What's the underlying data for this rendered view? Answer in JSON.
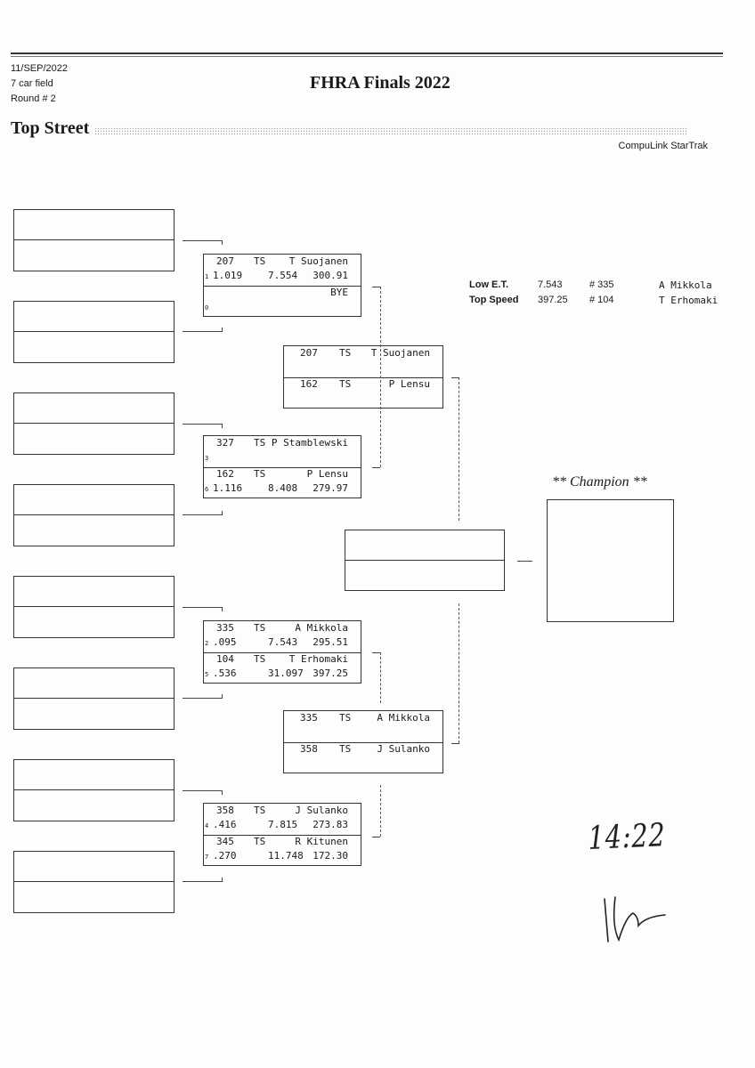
{
  "header": {
    "date": "11/SEP/2022",
    "field": "7 car field",
    "round": "Round # 2",
    "title": "FHRA Finals 2022",
    "class_name": "Top Street",
    "software": "CompuLink StarTrak"
  },
  "records": {
    "low_et": {
      "label": "Low E.T.",
      "value": "7.543",
      "car": "# 335",
      "driver": "A Mikkola"
    },
    "top_speed": {
      "label": "Top Speed",
      "value": "397.25",
      "car": "# 104",
      "driver": "T Erhomaki"
    }
  },
  "round1": [
    {
      "top": {
        "car": "207",
        "cls": "TS",
        "driver": "T Suojanen",
        "seed": "1",
        "rt": "1.019",
        "et": "7.554",
        "mph": "300.91"
      },
      "bottom": {
        "car": "",
        "cls": "",
        "driver": "BYE",
        "seed": "0",
        "rt": "",
        "et": "",
        "mph": ""
      }
    },
    {
      "top": {
        "car": "327",
        "cls": "TS",
        "driver": "P Stamblewski",
        "seed": "3",
        "rt": "",
        "et": "",
        "mph": ""
      },
      "bottom": {
        "car": "162",
        "cls": "TS",
        "driver": "P Lensu",
        "seed": "6",
        "rt": "1.116",
        "et": "8.408",
        "mph": "279.97"
      }
    },
    {
      "top": {
        "car": "335",
        "cls": "TS",
        "driver": "A Mikkola",
        "seed": "2",
        "rt": ".095",
        "et": "7.543",
        "mph": "295.51"
      },
      "bottom": {
        "car": "104",
        "cls": "TS",
        "driver": "T Erhomaki",
        "seed": "5",
        "rt": ".536",
        "et": "31.097",
        "mph": "397.25"
      }
    },
    {
      "top": {
        "car": "358",
        "cls": "TS",
        "driver": "J Sulanko",
        "seed": "4",
        "rt": ".416",
        "et": "7.815",
        "mph": "273.83"
      },
      "bottom": {
        "car": "345",
        "cls": "TS",
        "driver": "R Kitunen",
        "seed": "7",
        "rt": ".270",
        "et": "11.748",
        "mph": "172.30"
      }
    }
  ],
  "round2": [
    {
      "top": {
        "car": "207",
        "cls": "TS",
        "driver": "T Suojanen"
      },
      "bottom": {
        "car": "162",
        "cls": "TS",
        "driver": "P Lensu"
      }
    },
    {
      "top": {
        "car": "335",
        "cls": "TS",
        "driver": "A Mikkola"
      },
      "bottom": {
        "car": "358",
        "cls": "TS",
        "driver": "J Sulanko"
      }
    }
  ],
  "champion_label": "** Champion **",
  "handwriting": {
    "time": "14:22"
  }
}
